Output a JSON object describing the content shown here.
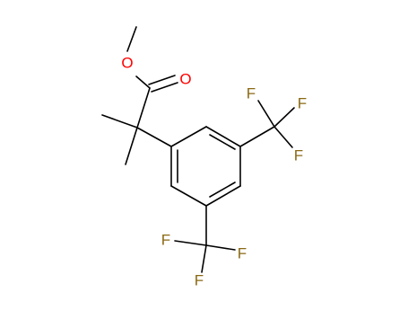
{
  "molecule": {
    "atoms": [
      {
        "id": "O_ether",
        "symbol": "O"
      },
      {
        "id": "O_carbonyl",
        "symbol": "O"
      },
      {
        "id": "F1",
        "symbol": "F"
      },
      {
        "id": "F2",
        "symbol": "F"
      },
      {
        "id": "F3",
        "symbol": "F"
      },
      {
        "id": "F4",
        "symbol": "F"
      },
      {
        "id": "F5",
        "symbol": "F"
      },
      {
        "id": "F6",
        "symbol": "F"
      }
    ],
    "colors": {
      "bond": "#000000",
      "oxygen": "#ff0000",
      "fluorine": "#8b6914"
    }
  }
}
